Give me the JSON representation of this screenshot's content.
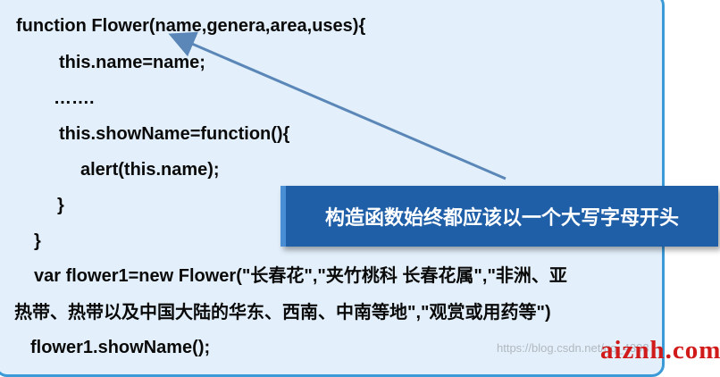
{
  "code_lines": [
    "function Flower(name,genera,area,uses){",
    "this.name=name;",
    "…….",
    "this.showName=function(){",
    "alert(this.name);",
    "}",
    "}",
    "var flower1=new Flower(\"长春花\",\"夹竹桃科 长春花属\",\"非洲、亚",
    "热带、热带以及中国大陆的华东、西南、中南等地\",\"观赏或用药等\")",
    "flower1.showName();"
  ],
  "callout": {
    "text": "构造函数始终都应该以一个大写字母开头"
  },
  "watermark": {
    "url": "https://blog.csdn.net/qq_4393",
    "logo": "aiznh.com"
  },
  "colors": {
    "panel_background": "#e3f0fb",
    "panel_border": "#3c9ad6",
    "callout_background": "#1f5fa8",
    "arrow": "#5b87b8",
    "code_text": "#0a0a0a",
    "logo_text": "#d11a1a"
  }
}
